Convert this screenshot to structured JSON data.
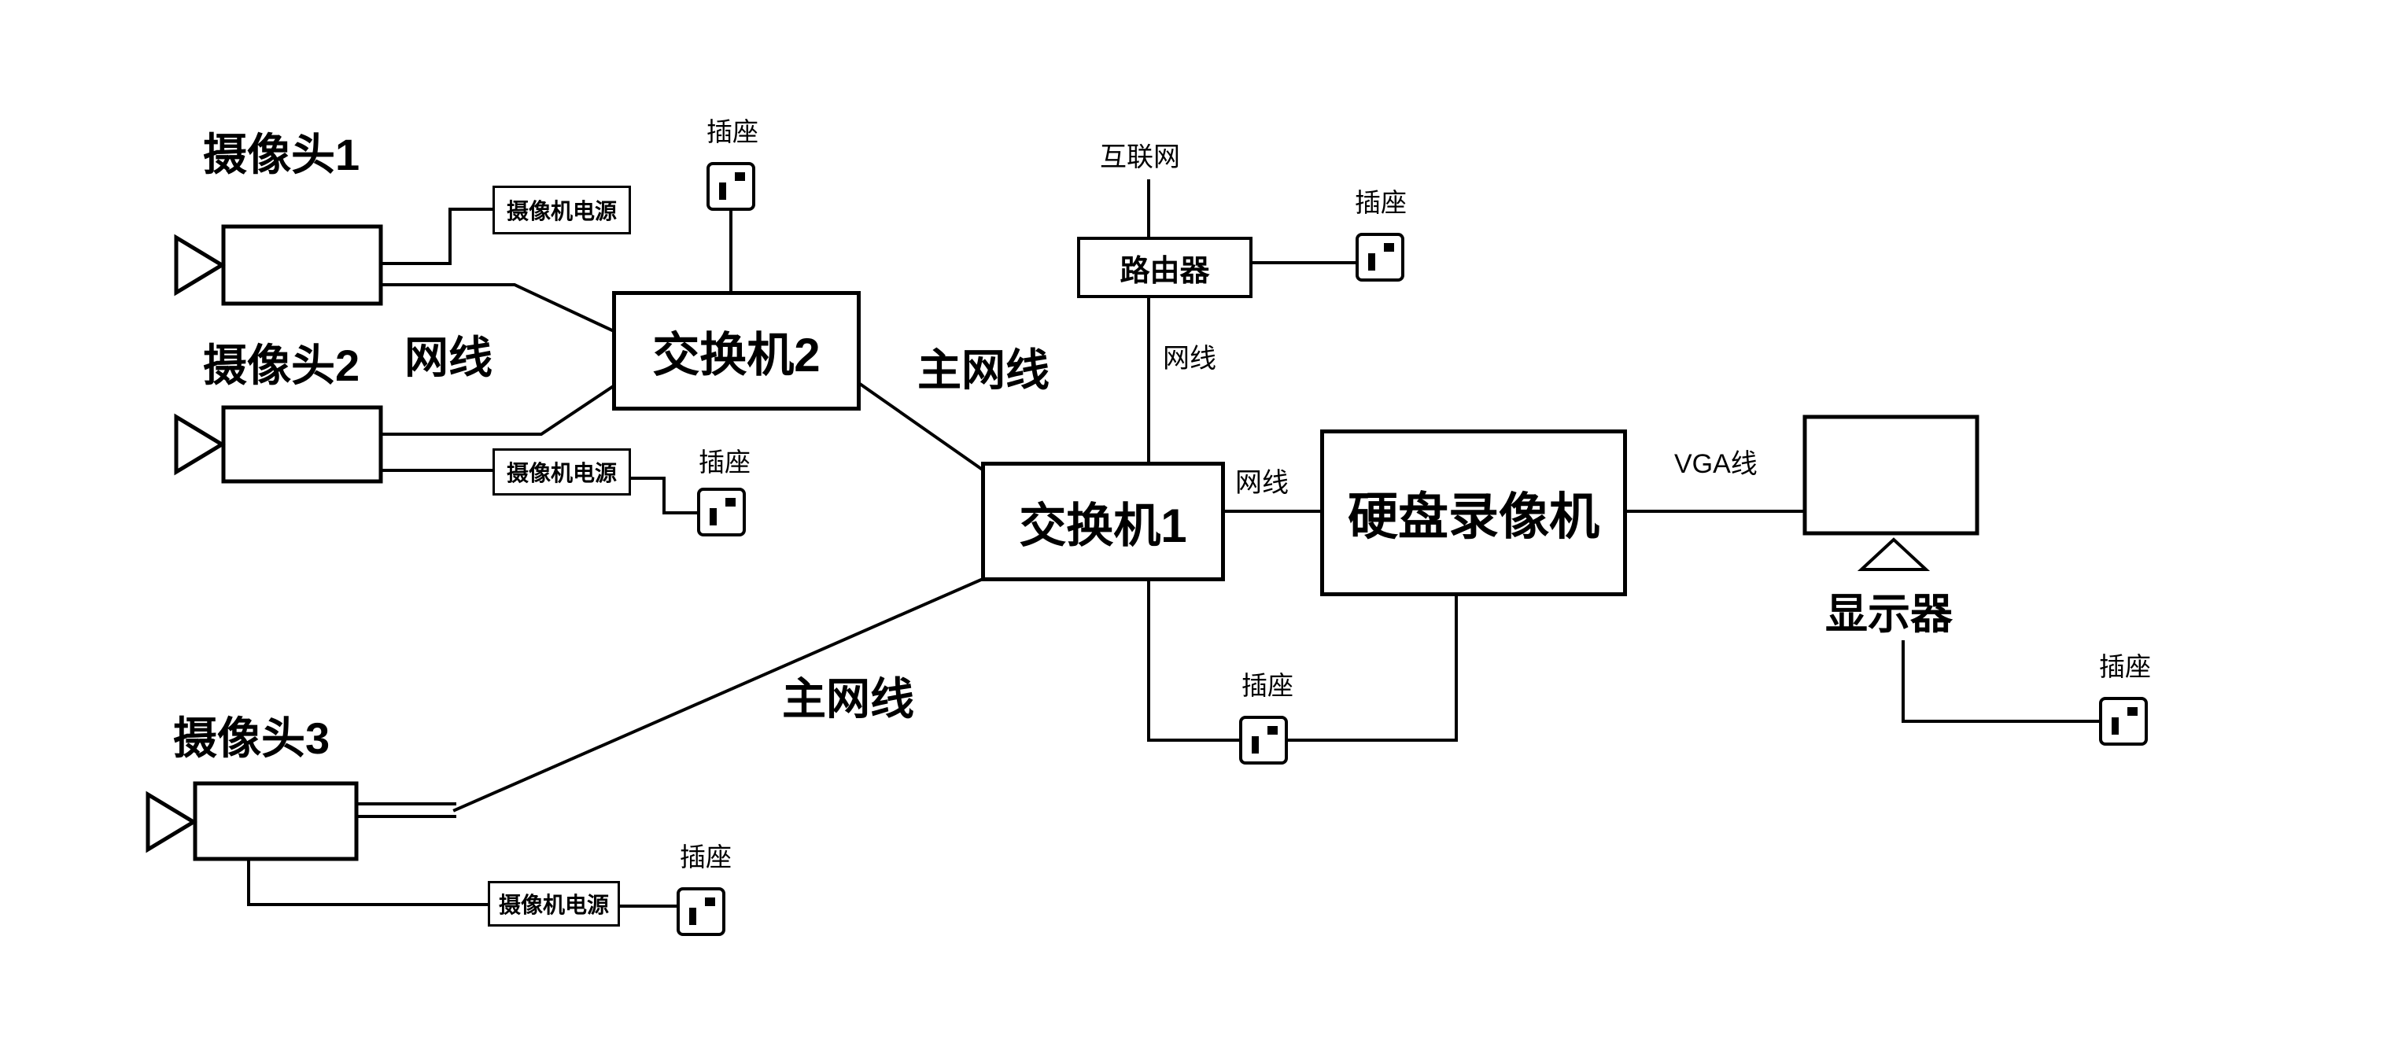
{
  "devices": {
    "camera1": "摄像头1",
    "camera2": "摄像头2",
    "camera3": "摄像头3",
    "camera_power": "摄像机电源",
    "switch1": "交换机1",
    "switch2": "交换机2",
    "router": "路由器",
    "dvr": "硬盘录像机",
    "monitor": "显示器",
    "internet": "互联网",
    "outlet": "插座"
  },
  "cables": {
    "net": "网线",
    "main_net": "主网线",
    "vga": "VGA线"
  },
  "colors": {
    "line": "#000000",
    "background": "#ffffff",
    "text": "#000000"
  },
  "connections": [
    {
      "from": "摄像头1",
      "to": "摄像机电源",
      "cable": ""
    },
    {
      "from": "摄像头1",
      "to": "交换机2",
      "cable": "网线"
    },
    {
      "from": "摄像头2",
      "to": "摄像机电源",
      "cable": ""
    },
    {
      "from": "摄像头2",
      "to": "交换机2",
      "cable": "网线"
    },
    {
      "from": "摄像机电源",
      "to": "插座",
      "cable": ""
    },
    {
      "from": "插座",
      "to": "交换机2",
      "cable": ""
    },
    {
      "from": "交换机2",
      "to": "交换机1",
      "cable": "主网线"
    },
    {
      "from": "摄像头3",
      "to": "交换机1",
      "cable": "主网线"
    },
    {
      "from": "摄像头3",
      "to": "摄像机电源",
      "cable": ""
    },
    {
      "from": "互联网",
      "to": "路由器",
      "cable": ""
    },
    {
      "from": "路由器",
      "to": "插座",
      "cable": ""
    },
    {
      "from": "路由器",
      "to": "交换机1",
      "cable": "网线"
    },
    {
      "from": "交换机1",
      "to": "硬盘录像机",
      "cable": "网线"
    },
    {
      "from": "交换机1",
      "to": "插座",
      "cable": ""
    },
    {
      "from": "硬盘录像机",
      "to": "插座",
      "cable": ""
    },
    {
      "from": "硬盘录像机",
      "to": "显示器",
      "cable": "VGA线"
    },
    {
      "from": "显示器",
      "to": "插座",
      "cable": ""
    }
  ]
}
